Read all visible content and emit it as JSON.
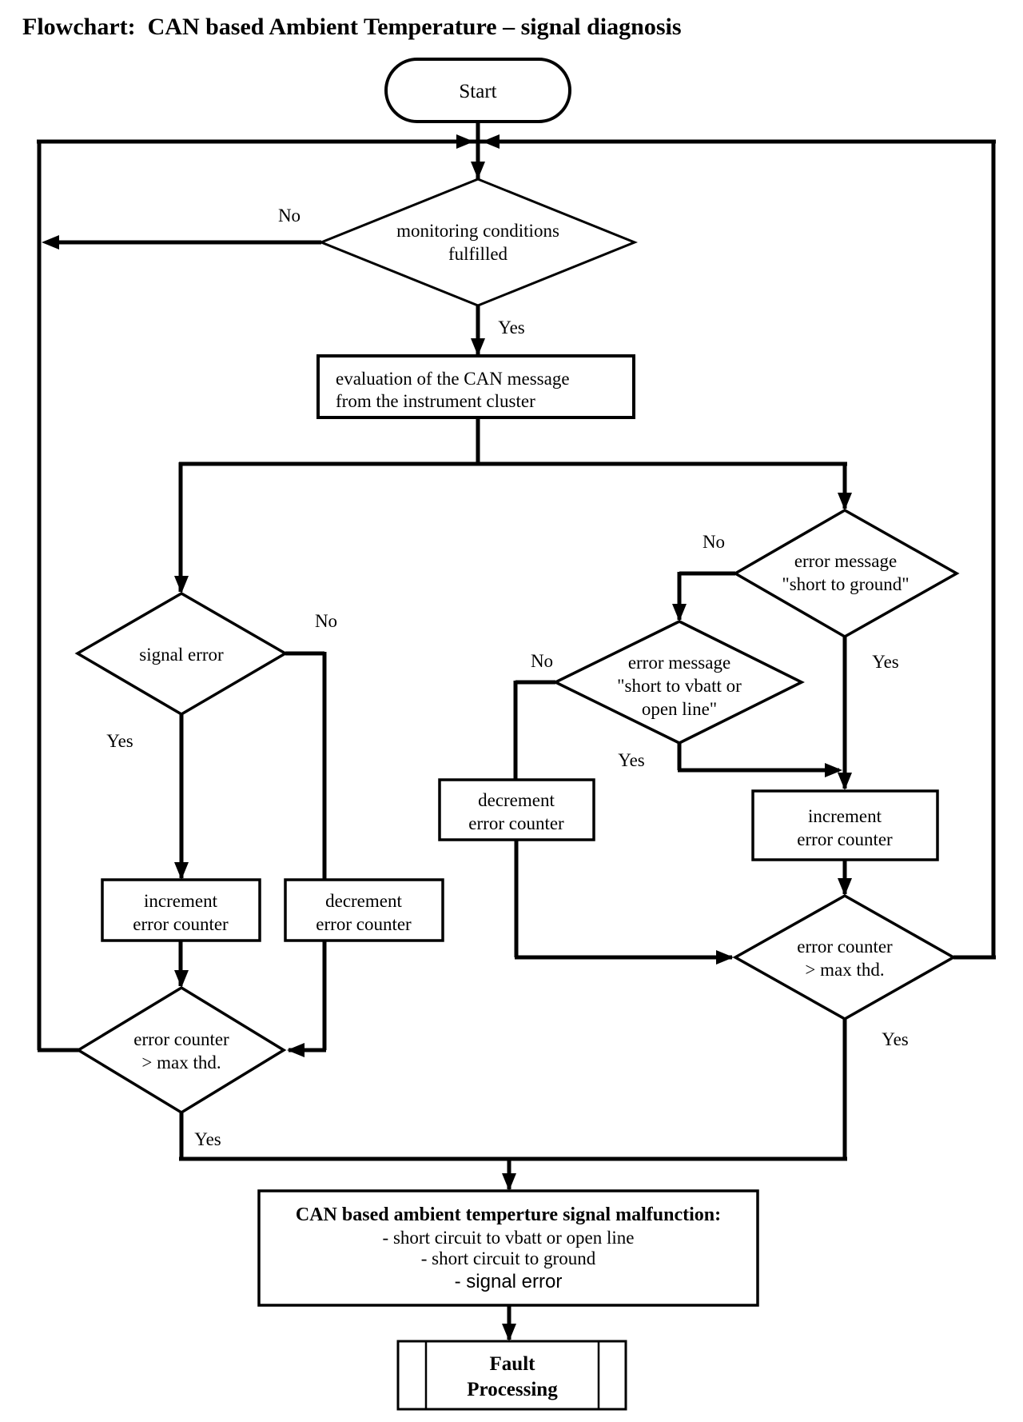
{
  "title": "Flowchart:  CAN based Ambient Temperature – signal diagnosis",
  "colors": {
    "line": "#000000",
    "background": "#ffffff"
  },
  "nodes": {
    "start": {
      "label": "Start"
    },
    "monitoring": {
      "line1": "monitoring conditions",
      "line2": "fulfilled"
    },
    "evaluation": {
      "line1": "evaluation of the CAN message",
      "line2": "from the instrument cluster"
    },
    "signal_error": {
      "label": "signal error"
    },
    "short_to_ground": {
      "line1": "error message",
      "line2": "\"short to ground\""
    },
    "short_to_vbatt": {
      "line1": "error message",
      "line2": "\"short to vbatt or",
      "line3": "open line\""
    },
    "increment_left": {
      "line1": "increment",
      "line2": "error counter"
    },
    "decrement_left": {
      "line1": "decrement",
      "line2": "error counter"
    },
    "decrement_mid": {
      "line1": "decrement",
      "line2": "error counter"
    },
    "increment_right": {
      "line1": "increment",
      "line2": "error counter"
    },
    "threshold_left": {
      "line1": "error counter",
      "line2": "> max thd."
    },
    "threshold_right": {
      "line1": "error counter",
      "line2": "> max thd."
    },
    "malfunction": {
      "line1": "CAN based ambient temperture signal malfunction:",
      "line2": "- short circuit to vbatt or open line",
      "line3": "- short circuit to ground",
      "line4": "- signal error"
    },
    "fault": {
      "line1": "Fault",
      "line2": "Processing"
    }
  },
  "labels": {
    "monitoring_no": "No",
    "monitoring_yes": "Yes",
    "signal_no": "No",
    "signal_yes": "Yes",
    "stg_no": "No",
    "stg_yes": "Yes",
    "vbatt_no": "No",
    "vbatt_yes": "Yes",
    "threshold_left_yes": "Yes",
    "threshold_right_yes": "Yes"
  }
}
